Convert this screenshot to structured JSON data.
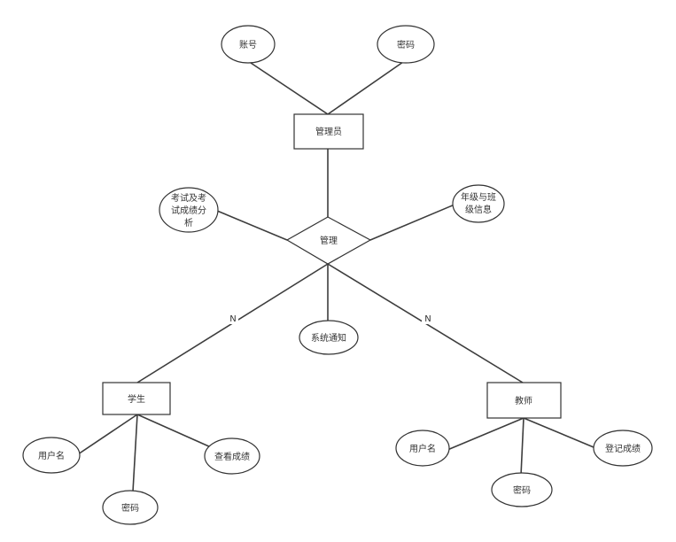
{
  "diagram": {
    "entities": {
      "admin": "管理员",
      "student": "学生",
      "teacher": "教师"
    },
    "relationship": {
      "manage": "管理"
    },
    "attributes": {
      "admin_account": "账号",
      "admin_password": "密码",
      "exam_analysis": [
        "考试及考",
        "试成绩分",
        "析"
      ],
      "grade_class": [
        "年级与班",
        "级信息"
      ],
      "system_notice": "系统通知",
      "student_username": "用户名",
      "student_password": "密码",
      "student_view_scores": "查看成绩",
      "teacher_username": "用户名",
      "teacher_password": "密码",
      "teacher_record_scores": "登记成绩"
    },
    "cardinality": {
      "student": "N",
      "teacher": "N"
    }
  }
}
